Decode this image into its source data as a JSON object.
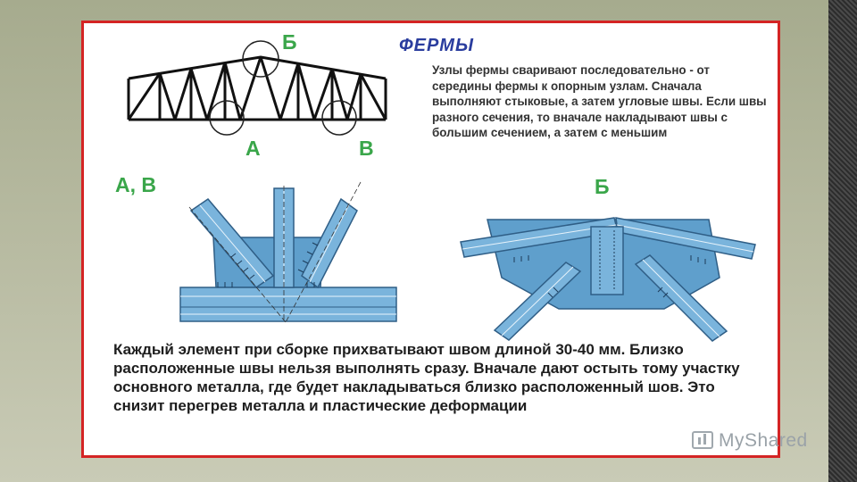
{
  "slide": {
    "title": "ФЕРМЫ",
    "intro_text": "Узлы фермы сваривают последовательно - от середины фермы к опорным узлам. Сначала выполняют стыковые, а затем угловые швы. Если швы разного сечения, то вначале накладывают швы с большим сечением, а затем с меньшим",
    "label_b_top": "Б",
    "label_a_top": "А",
    "label_v_top": "В",
    "label_av": "А, В",
    "label_b_node": "Б",
    "body_text": "Каждый элемент при сборке прихватывают швом длиной 30-40 мм. Близко расположенные швы нельзя выполнять сразу. Вначале дают остыть тому участку основного металла, где будет накладываться близко расположенный шов. Это снизит перегрев металла и пластические деформации"
  },
  "watermark": {
    "text": "MyShared",
    "icon": "presentation-board-icon"
  },
  "colors": {
    "frame_border": "#d42424",
    "title": "#2a3d9e",
    "labels": "#3aa64a",
    "steel": "#7ab4dc",
    "gusset": "#5f9fcc",
    "background": "#b0b497"
  }
}
